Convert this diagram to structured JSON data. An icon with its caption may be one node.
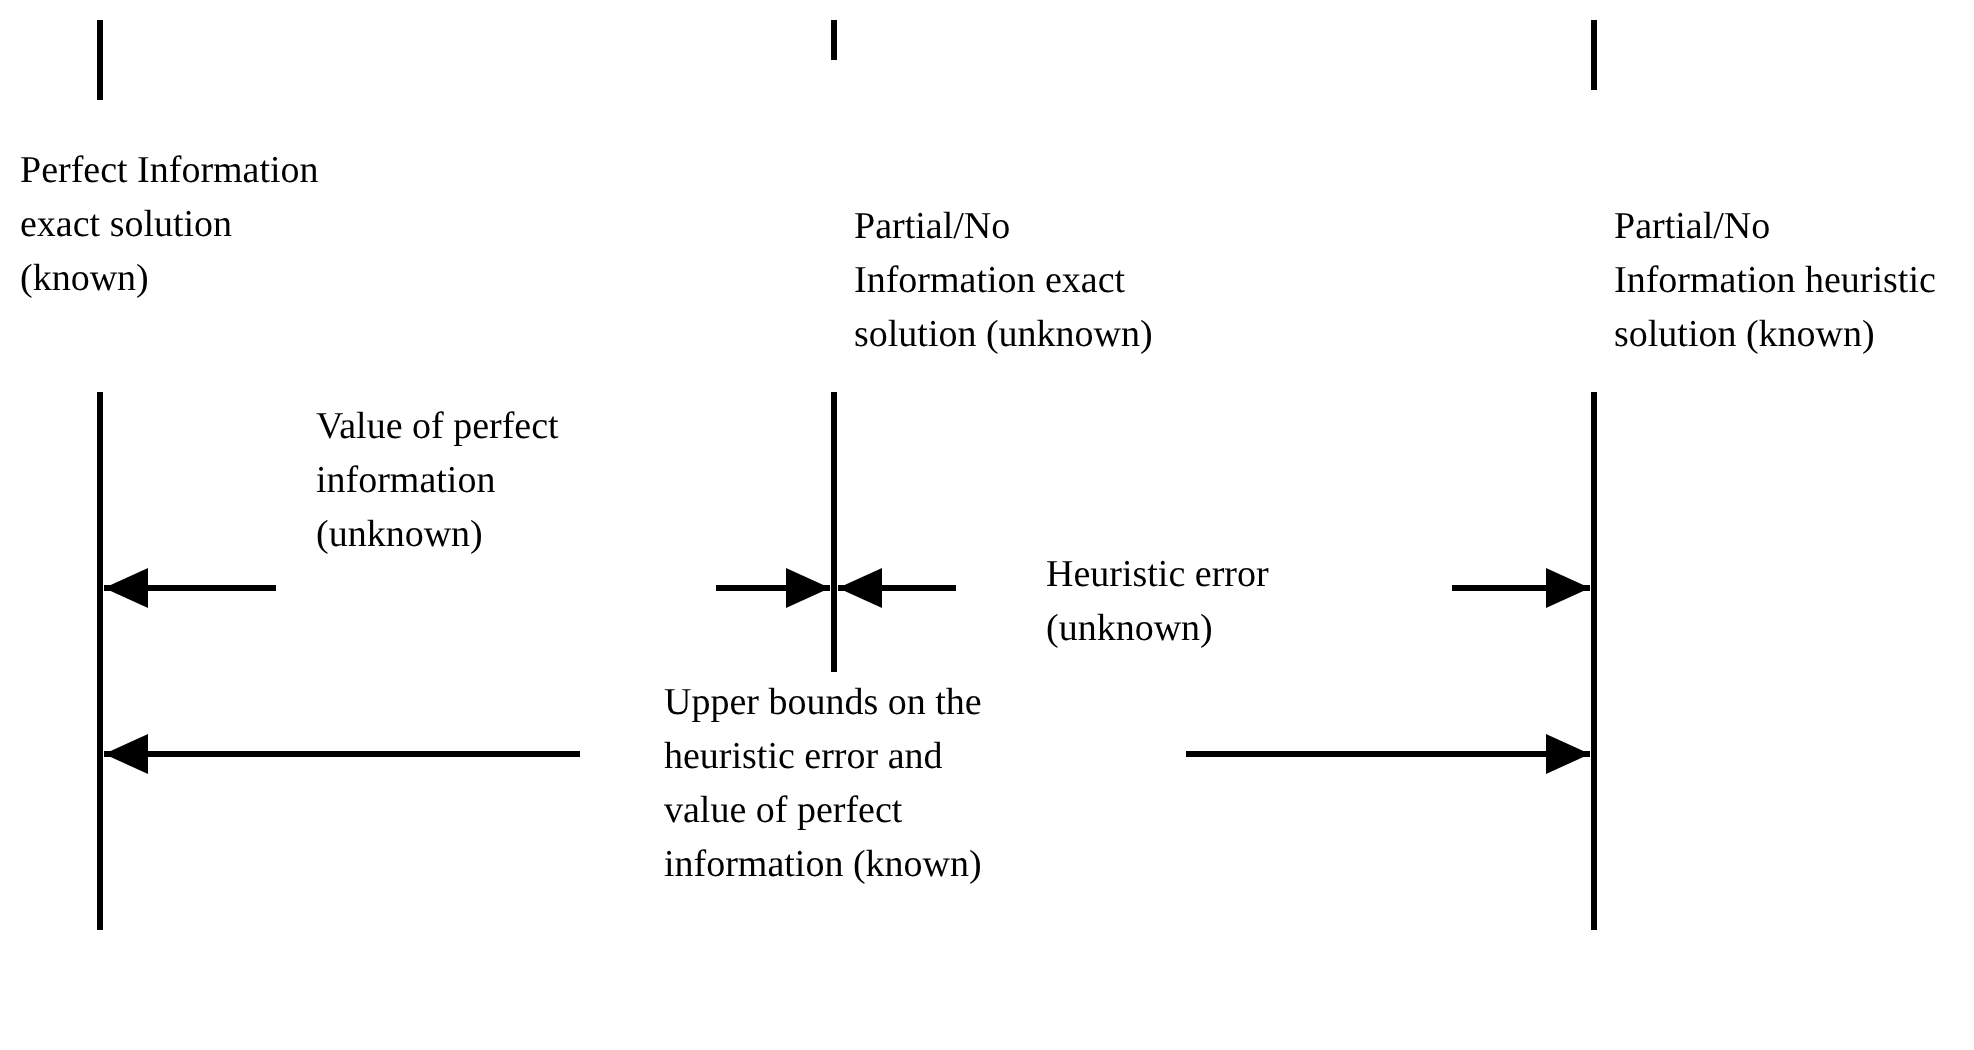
{
  "diagram": {
    "labels": [
      "Perfect Information exact solution (known)",
      "Partial/No Information exact solution (unknown)",
      "Partial/No Information heuristic solution (known)",
      "Value of perfect information (unknown)",
      "Heuristic error (unknown)",
      "Upper bounds on the heuristic error and value of perfect information (known)"
    ]
  }
}
